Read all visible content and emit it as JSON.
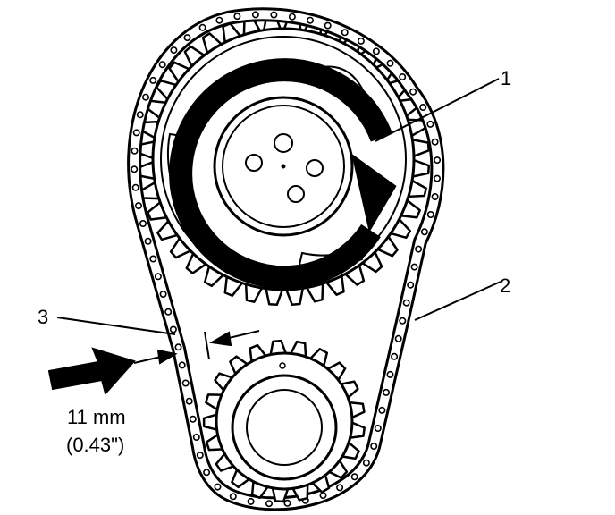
{
  "callouts": {
    "one": "1",
    "two": "2",
    "three": "3"
  },
  "measurement": {
    "metric": "11 mm",
    "imperial": "(0.43\")"
  },
  "colors": {
    "ink": "#000000",
    "paper": "#ffffff"
  },
  "icons": {
    "rotation": "rotation-arrow-icon",
    "push": "push-arrow-icon"
  }
}
